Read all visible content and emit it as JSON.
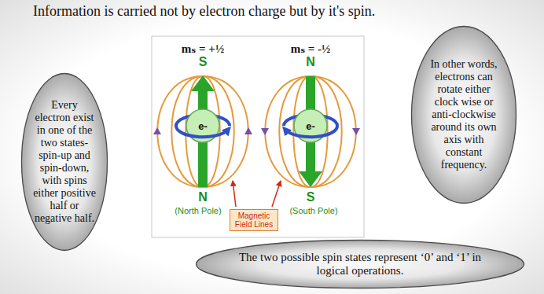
{
  "diagram": {
    "title": "Information is carried not by electron charge but by it's spin.",
    "nodes": [
      {
        "text": [
          "Every electron exist in one of the two states- spin-up and spin-down, with spins either positive half or negative half."
        ]
      },
      {
        "text": [
          "In other words, electrons can rotate either clock wise or anti-clockwise around its own axis with constant frequency."
        ]
      },
      {
        "text": [
          "Magnetic Field Lines"
        ]
      },
      {
        "text": [
          "The two possible spin states represent ‘0’ and ‘1’ in logical operations."
        ]
      }
    ],
    "labels": [
      "mₛ = +½",
      "S",
      "e-",
      "N",
      "(North Pole)",
      "mₛ = -½",
      "N",
      "e-",
      "S",
      "(South Pole)"
    ]
  }
}
